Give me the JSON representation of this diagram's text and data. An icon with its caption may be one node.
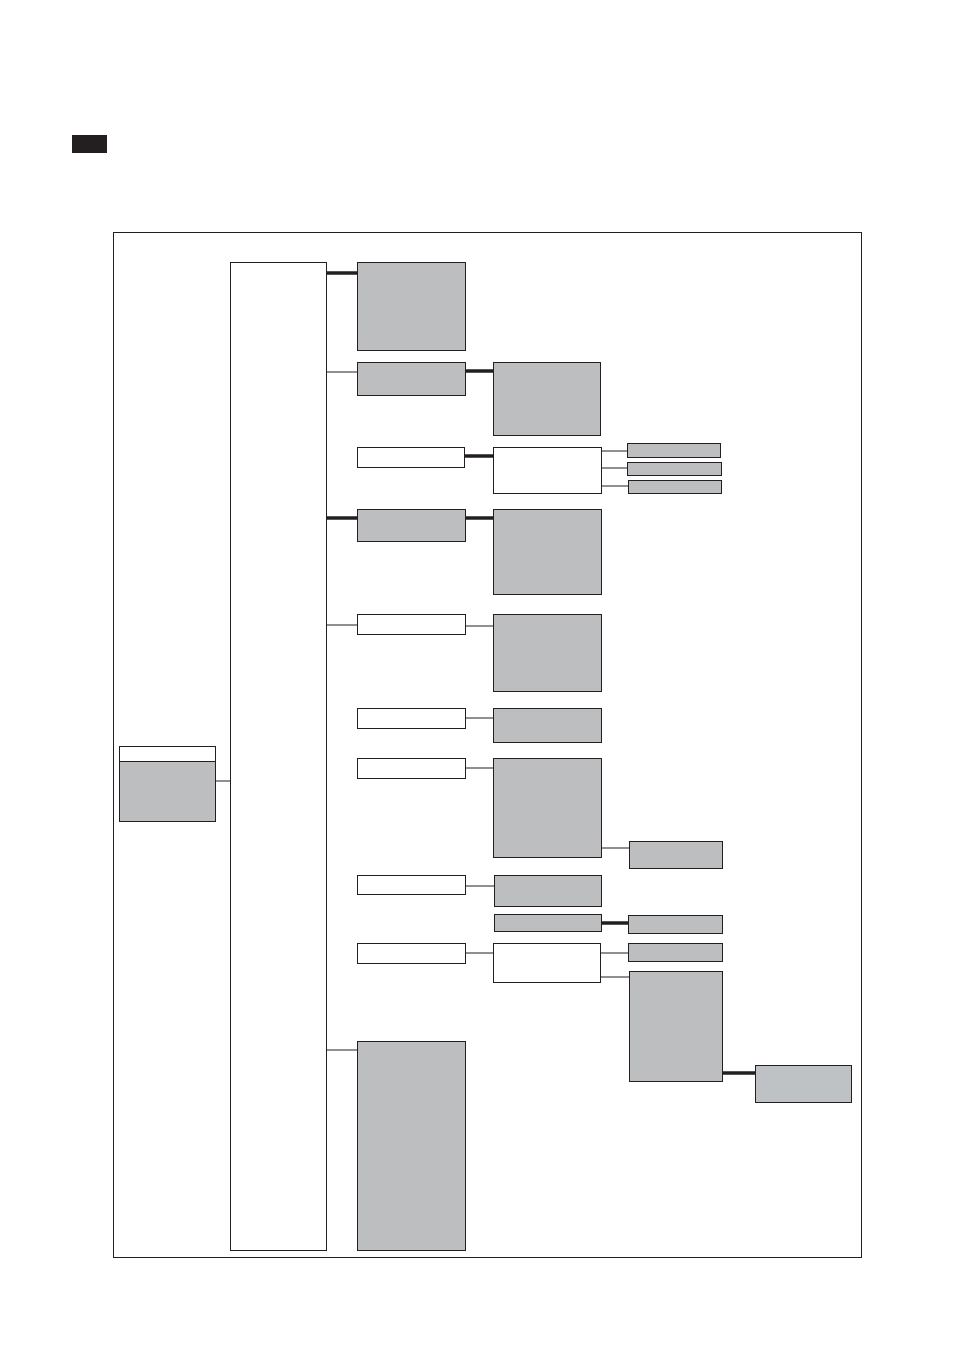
{
  "diagram": {
    "nodes": [
      {
        "text": [],
        "shape": "box"
      },
      {
        "text": [],
        "shape": "box"
      },
      {
        "text": [],
        "shape": "box"
      },
      {
        "text": [],
        "shape": "box"
      },
      {
        "text": [],
        "shape": "box"
      },
      {
        "text": [],
        "shape": "box"
      },
      {
        "text": [],
        "shape": "box"
      },
      {
        "text": [],
        "shape": "box"
      },
      {
        "text": [],
        "shape": "box"
      },
      {
        "text": [],
        "shape": "box"
      },
      {
        "text": [],
        "shape": "box"
      },
      {
        "text": [],
        "shape": "box"
      },
      {
        "text": [],
        "shape": "box"
      },
      {
        "text": [],
        "shape": "box"
      },
      {
        "text": [],
        "shape": "box"
      },
      {
        "text": [],
        "shape": "box"
      },
      {
        "text": [],
        "shape": "box"
      },
      {
        "text": [],
        "shape": "box"
      },
      {
        "text": [],
        "shape": "box"
      },
      {
        "text": [],
        "shape": "box"
      },
      {
        "text": [],
        "shape": "box"
      },
      {
        "text": [],
        "shape": "box"
      },
      {
        "text": [],
        "shape": "box"
      },
      {
        "text": [],
        "shape": "box"
      },
      {
        "text": [],
        "shape": "box"
      },
      {
        "text": [],
        "shape": "box"
      },
      {
        "text": [],
        "shape": "box"
      },
      {
        "text": [],
        "shape": "box"
      },
      {
        "text": [],
        "shape": "box"
      }
    ],
    "edges": [
      {
        "from": 0,
        "to": 1,
        "arrow": "none"
      },
      {
        "from": 1,
        "to": 2,
        "arrow": "none",
        "style": "thick"
      },
      {
        "from": 1,
        "to": 3,
        "arrow": "none"
      },
      {
        "from": 3,
        "to": 4,
        "arrow": "none",
        "style": "thick"
      },
      {
        "from": 5,
        "to": 6,
        "arrow": "none",
        "style": "thick"
      },
      {
        "from": 6,
        "to": 7,
        "arrow": "none"
      },
      {
        "from": 6,
        "to": 8,
        "arrow": "none"
      },
      {
        "from": 6,
        "to": 9,
        "arrow": "none"
      },
      {
        "from": 1,
        "to": 10,
        "arrow": "none",
        "style": "thick"
      },
      {
        "from": 10,
        "to": 11,
        "arrow": "none",
        "style": "thick"
      },
      {
        "from": 1,
        "to": 12,
        "arrow": "none"
      },
      {
        "from": 12,
        "to": 13,
        "arrow": "none"
      },
      {
        "from": 14,
        "to": 15,
        "arrow": "none"
      },
      {
        "from": 16,
        "to": 17,
        "arrow": "none"
      },
      {
        "from": 17,
        "to": 18,
        "arrow": "none"
      },
      {
        "from": 19,
        "to": 20,
        "arrow": "none"
      },
      {
        "from": 21,
        "to": 22,
        "arrow": "none",
        "style": "thick"
      },
      {
        "from": 23,
        "to": 24,
        "arrow": "none"
      },
      {
        "from": 24,
        "to": 25,
        "arrow": "none"
      },
      {
        "from": 24,
        "to": 26,
        "arrow": "none"
      },
      {
        "from": 26,
        "to": 27,
        "arrow": "none",
        "style": "thick"
      },
      {
        "from": 1,
        "to": 28,
        "arrow": "none"
      }
    ]
  }
}
